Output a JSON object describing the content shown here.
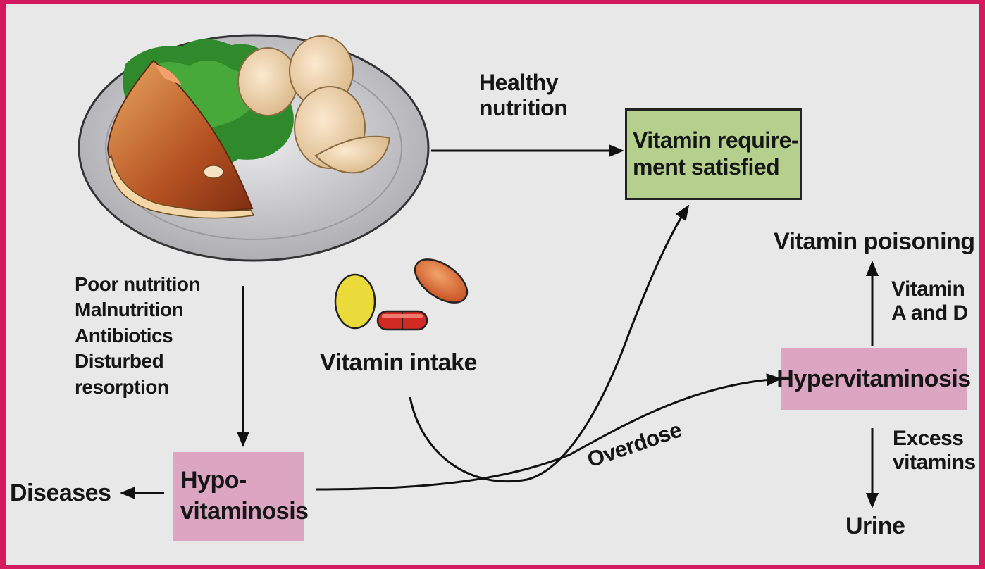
{
  "labels": {
    "healthy": [
      "Healthy",
      "nutrition"
    ],
    "requirement": [
      "Vitamin require-",
      "ment satisfied"
    ],
    "poisoning": "Vitamin poisoning",
    "vitamin_ad": [
      "Vitamin",
      "A and D"
    ],
    "hyper": "Hypervitaminosis",
    "excess": [
      "Excess",
      "vitamins"
    ],
    "urine": "Urine",
    "causes": [
      "Poor nutrition",
      "Malnutrition",
      "Antibiotics",
      "Disturbed",
      "resorption"
    ],
    "intake": "Vitamin intake",
    "overdose": "Overdose",
    "hypo": [
      "Hypo-",
      "vitaminosis"
    ],
    "diseases": "Diseases"
  },
  "colors": {
    "outer_border": "#d41a5e",
    "background": "#e8e8e8",
    "requirement_box": "#b5cf8c",
    "hypo_box": "#dca6c2",
    "hyper_box": "#dca6c2"
  },
  "icons": {
    "plate": "plate-of-food-illustration",
    "pills": "vitamin-pills-illustration"
  }
}
